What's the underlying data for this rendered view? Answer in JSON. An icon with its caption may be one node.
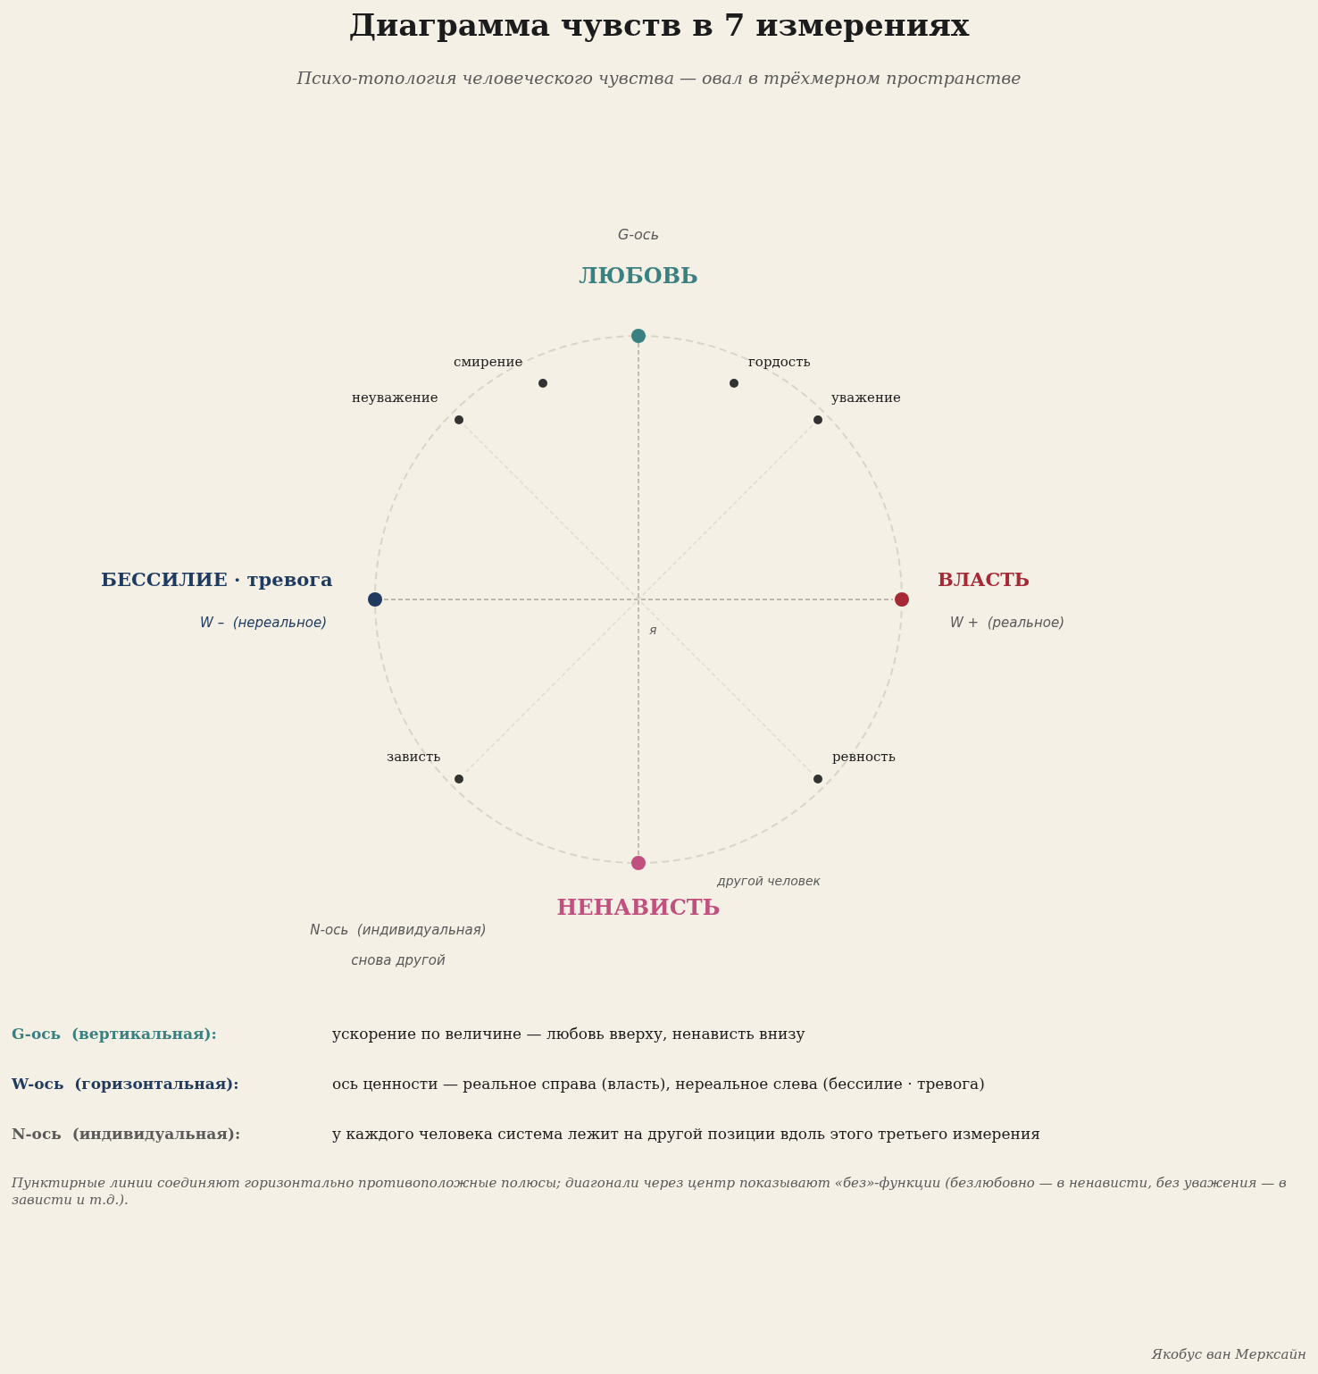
{
  "diagram": {
    "title": "Диаграмма чувств в 7 измерениях",
    "caption": "Психо-топология человеческого чувства — овал в трёхмерном пространстве",
    "nodes": [
      {
        "text": [
          "ЛЮБОВЬ"
        ]
      },
      {
        "text": [
          "ВЛАСТЬ"
        ],
        "beside": [
          "W +  (реальное)"
        ]
      },
      {
        "text": [
          "НЕНАВИСТЬ"
        ]
      },
      {
        "text": [
          "БЕССИЛИЕ · тревога"
        ],
        "beside": [
          "W –  (нереальное)"
        ]
      },
      {
        "text": [
          "смирение"
        ]
      },
      {
        "text": [
          "гордость"
        ]
      },
      {
        "text": [
          "неуважение"
        ]
      },
      {
        "text": [
          "уважение"
        ]
      },
      {
        "text": [
          "зависть"
        ]
      },
      {
        "text": [
          "ревность"
        ]
      }
    ],
    "edges": [
      {
        "from": 0,
        "to": 2,
        "arrow": "none",
        "style": "dashed"
      },
      {
        "from": 3,
        "to": 1,
        "arrow": "none",
        "style": "dashed"
      },
      {
        "from": 6,
        "to": 9,
        "arrow": "none",
        "style": "dashed",
        "color": "#ddd8cc"
      },
      {
        "from": 7,
        "to": 8,
        "arrow": "none",
        "style": "dashed",
        "color": "#ddd8cc"
      }
    ],
    "labels": [
      "G-ось",
      "я",
      "другой человек",
      "N-ось  (индивидуальная)",
      "снова другой",
      "G-ось  (вертикальная):",
      "ускорение по величине — любовь вверху, ненависть внизу",
      "W-ось  (горизонтальная):",
      "ось ценности — реальное справа (власть), нереальное слева (бессилие · тревога)",
      "N-ось  (индивидуальная):",
      "у каждого человека система лежит на другой позиции вдоль этого третьего измерения",
      "Пунктирные линии соединяют горизонтально противоположные полюсы; диагонали через центр показывают «без»-функции (безлюбовно — в ненависти, без уважения — в зависти и т.д.).",
      "Якобус ван Мерксайн"
    ]
  }
}
